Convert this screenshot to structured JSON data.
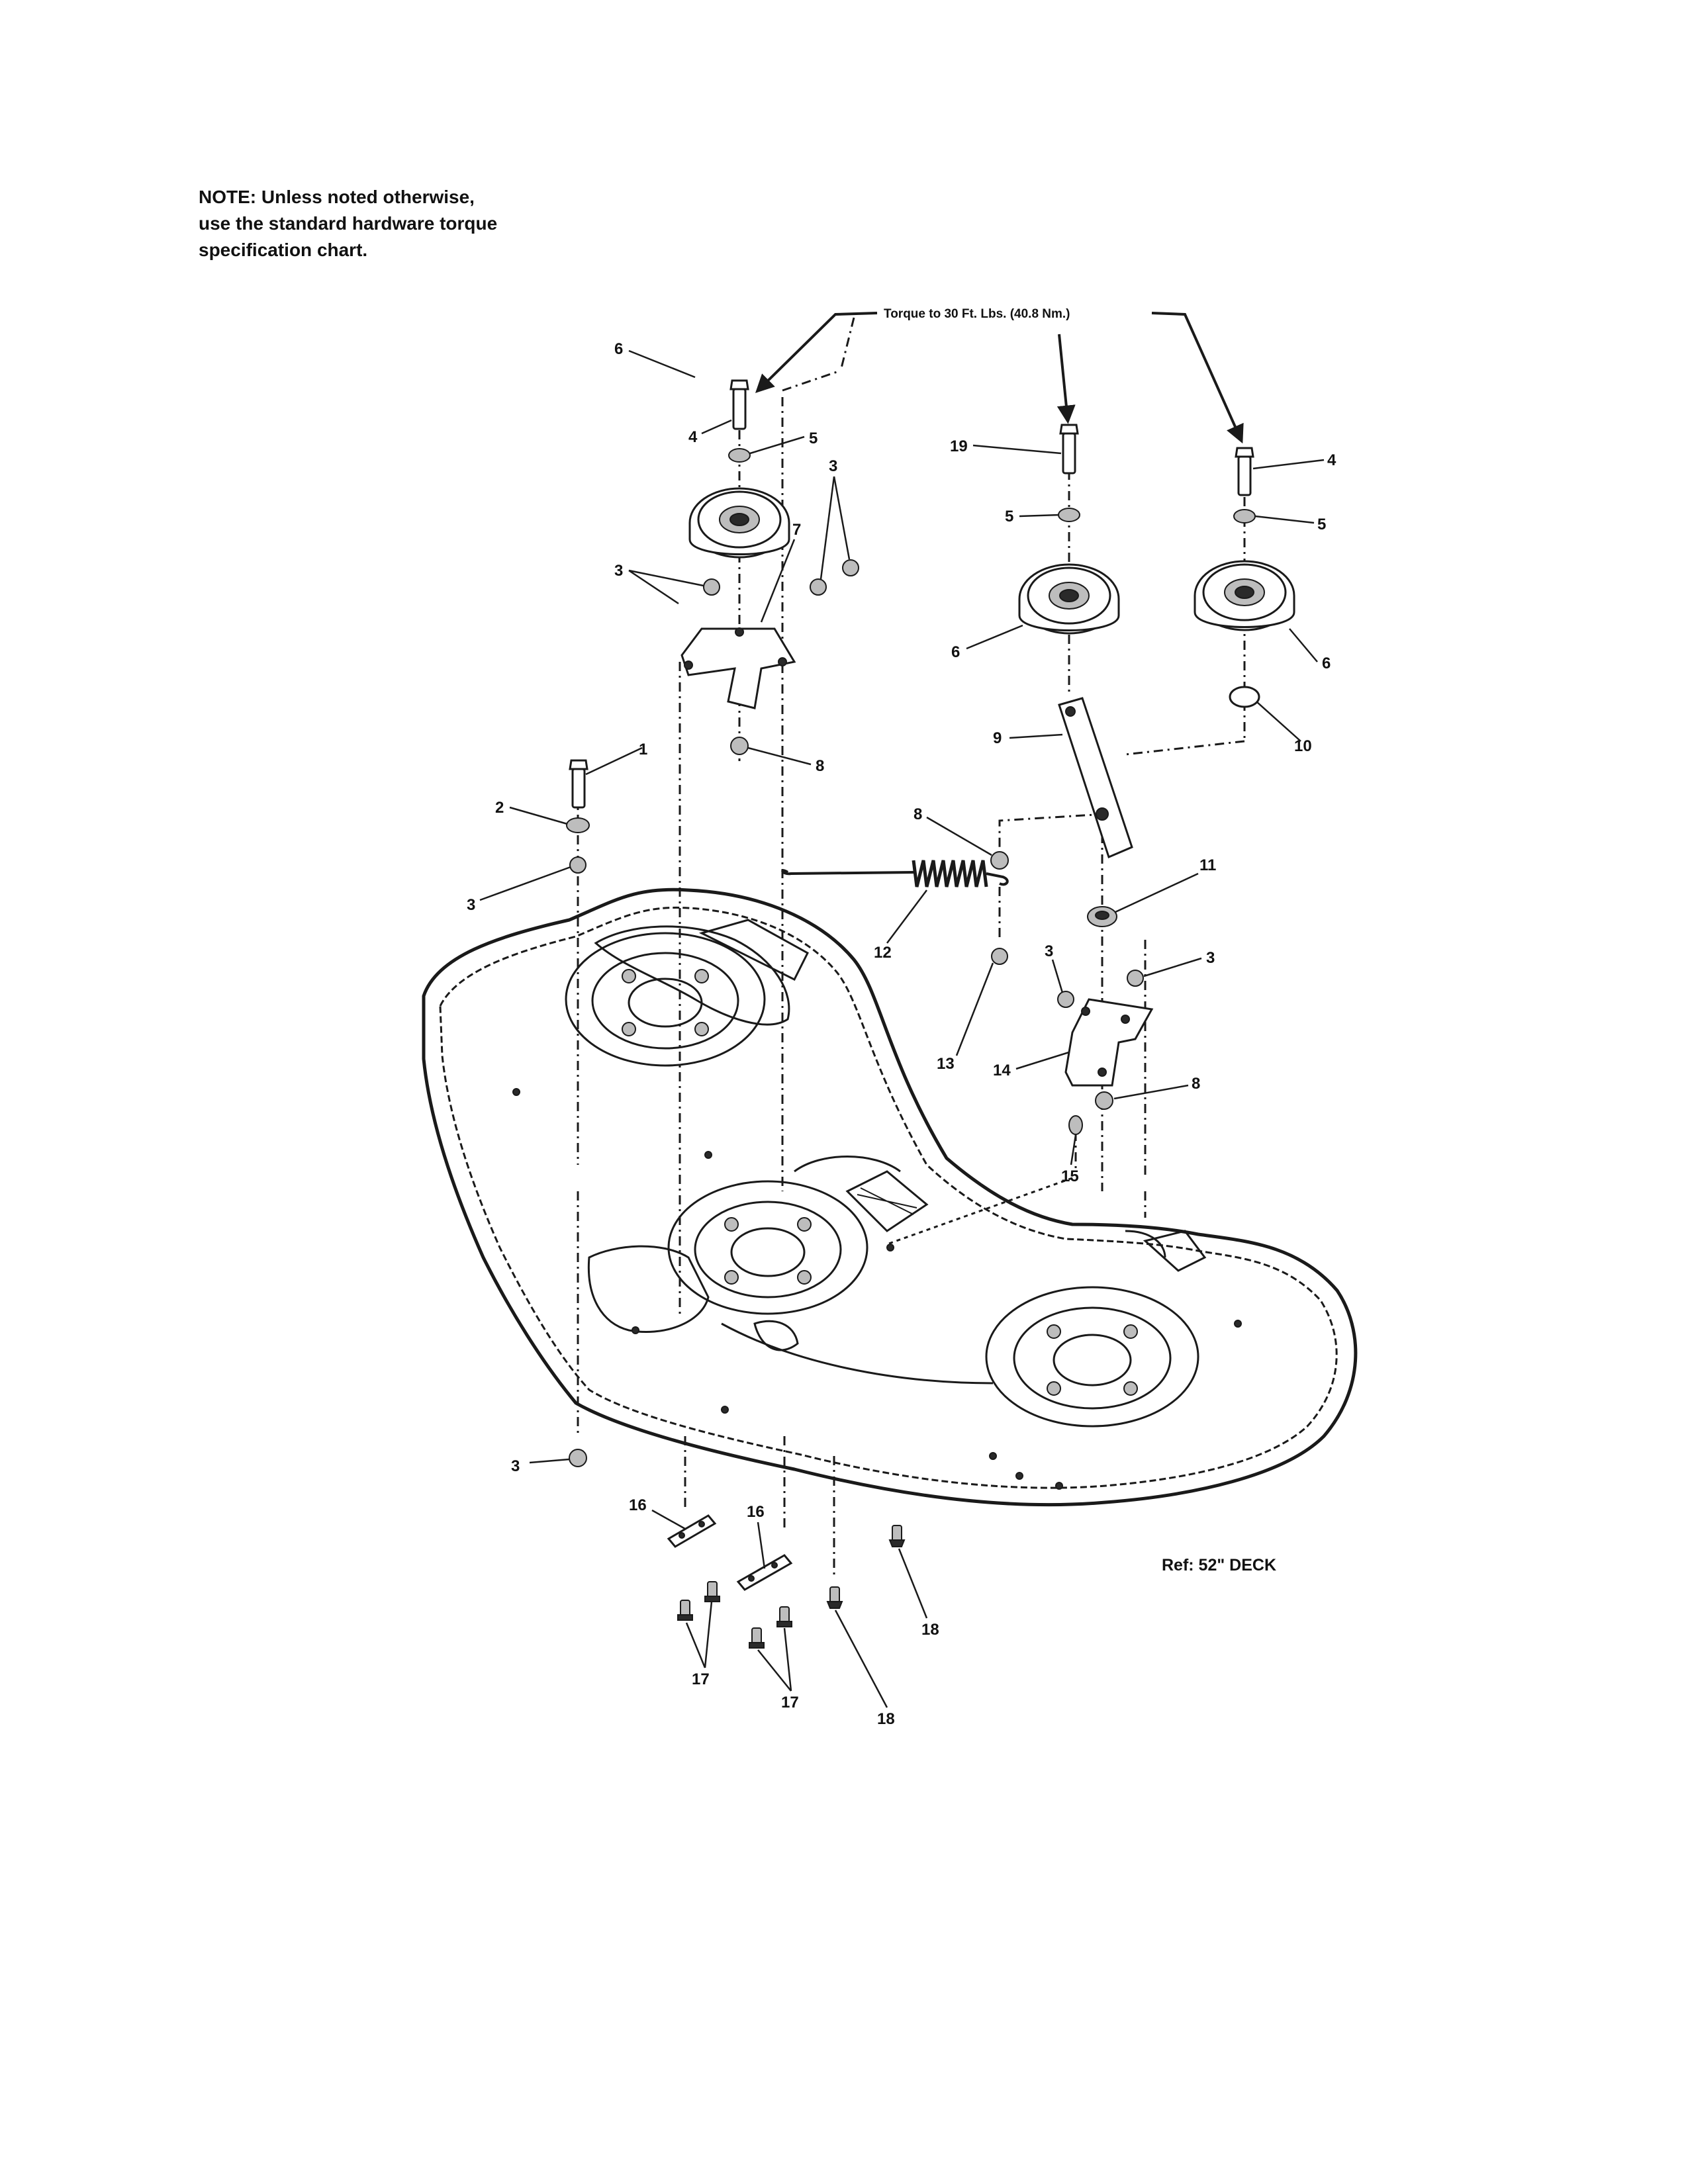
{
  "note": {
    "lines": [
      "NOTE: Unless noted otherwise,",
      "use the standard hardware torque",
      "specification chart."
    ]
  },
  "torque_callout": "Torque to 30 Ft. Lbs. (40.8 Nm.)",
  "reference": "Ref: 52\" DECK",
  "callouts": {
    "c1": "1",
    "c2": "2",
    "c3a": "3",
    "c3b": "3",
    "c3c": "3",
    "c3d": "3",
    "c3e": "3",
    "c3f": "3",
    "c4a": "4",
    "c4b": "4",
    "c5a": "5",
    "c5b": "5",
    "c5c": "5",
    "c6a": "6",
    "c6b": "6",
    "c6c": "6",
    "c7": "7",
    "c8a": "8",
    "c8b": "8",
    "c8c": "8",
    "c9": "9",
    "c10": "10",
    "c11": "11",
    "c12": "12",
    "c13": "13",
    "c14": "14",
    "c15": "15",
    "c16a": "16",
    "c16b": "16",
    "c17a": "17",
    "c17b": "17",
    "c18a": "18",
    "c18b": "18",
    "c19": "19"
  }
}
